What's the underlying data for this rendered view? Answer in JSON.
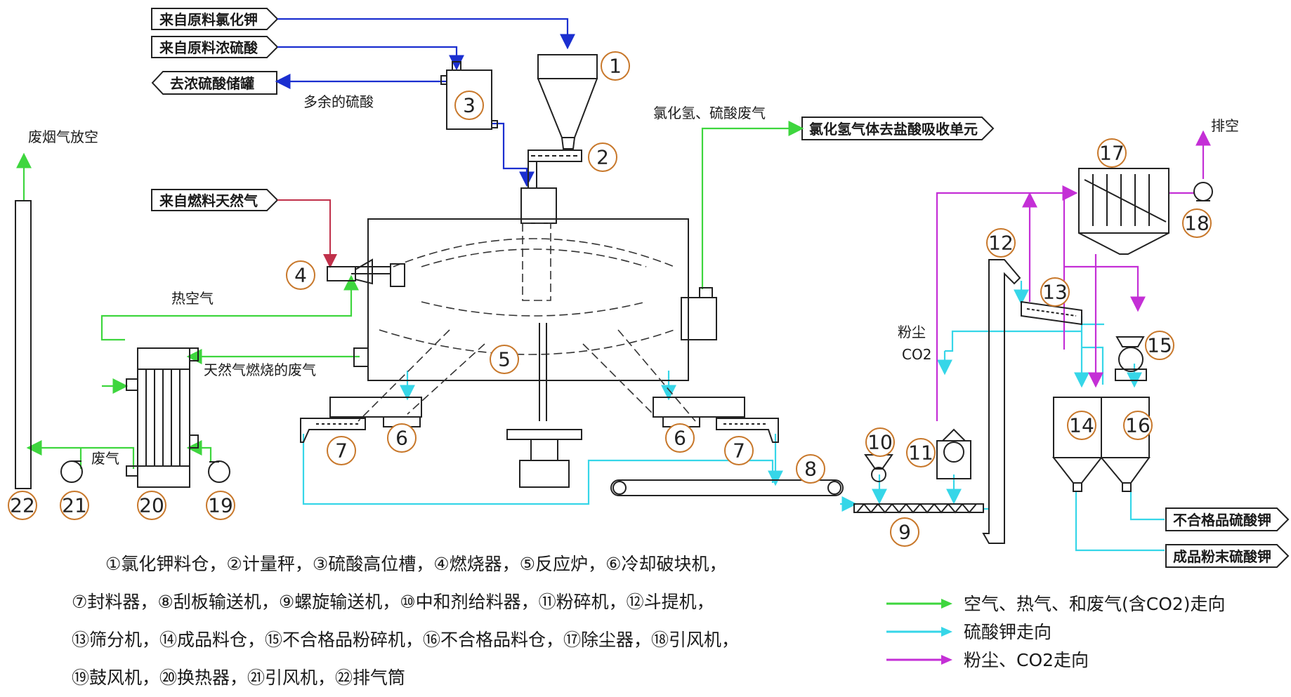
{
  "tags": {
    "kcl_in": "来自原料氯化钾",
    "h2so4_in": "来自原料浓硫酸",
    "h2so4_out": "去浓硫酸储罐",
    "natgas_in": "来自燃料天然气",
    "hcl_out": "氯化氢气体去盐酸吸收单元",
    "unqualified_out": "不合格品硫酸钾",
    "product_out": "成品粉末硫酸钾"
  },
  "labels": {
    "excess_acid": "多余的硫酸",
    "flue_vent": "废烟气放空",
    "hcl_gas": "氯化氢、硫酸废气",
    "vent": "排空",
    "hot_air": "热空气",
    "natgas_exhaust": "天然气燃烧的废气",
    "exhaust": "废气",
    "dust": "粉尘",
    "co2": "CO2"
  },
  "equipment_numbers": [
    "1",
    "2",
    "3",
    "4",
    "5",
    "6",
    "6",
    "7",
    "7",
    "8",
    "9",
    "10",
    "11",
    "12",
    "13",
    "14",
    "15",
    "16",
    "17",
    "18",
    "19",
    "20",
    "21",
    "22"
  ],
  "legend_text": {
    "line1": "①氯化钾料仓，②计量秤，③硫酸高位槽，④燃烧器，⑤反应炉，⑥冷却破块机，",
    "line2": "⑦封料器，⑧刮板输送机，⑨螺旋输送机，⑩中和剂给料器，⑪粉碎机，⑫斗提机，",
    "line3": "⑬筛分机，⑭成品料仓，⑮不合格品粉碎机，⑯不合格品料仓，⑰除尘器，⑱引风机，",
    "line4": "⑲鼓风机，⑳换热器，㉑引风机，㉒排气筒"
  },
  "flow_legend": [
    {
      "label": "空气、热气、和废气(含CO2)走向",
      "color": "#3ed63e"
    },
    {
      "label": "硫酸钾走向",
      "color": "#36d6e8"
    },
    {
      "label": "粉尘、CO2走向",
      "color": "#c42fd6"
    }
  ],
  "colors": {
    "kcl_line": "#1b2fd0",
    "gas_line": "#c0304a",
    "air_line": "#3ed63e",
    "product_line": "#36d6e8",
    "dust_line": "#c42fd6",
    "number_circle": "#c8782b"
  }
}
